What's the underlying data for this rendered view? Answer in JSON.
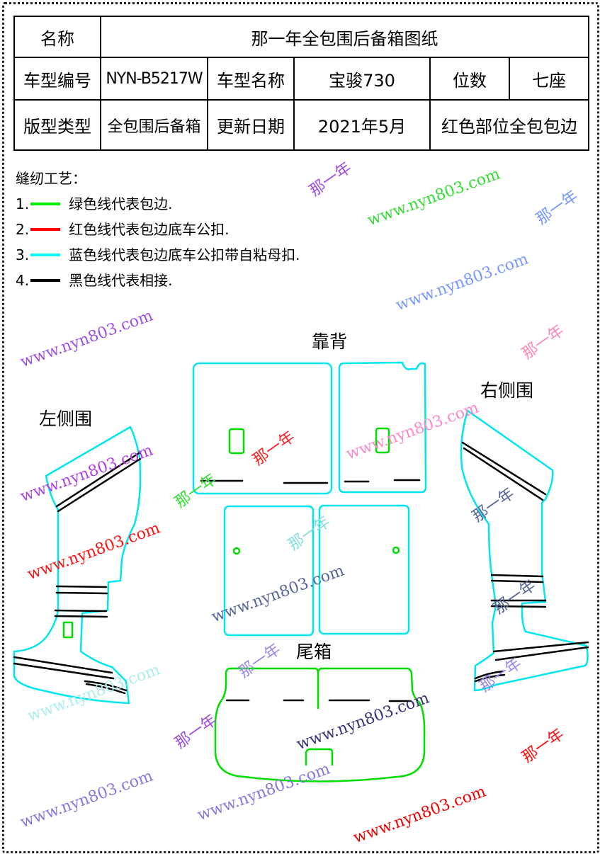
{
  "spec_table": {
    "name_label": "名称",
    "name_value": "那一年全包围后备箱图纸",
    "model_code_label": "车型编号",
    "model_code": "NYN-B5217W",
    "model_name_label": "车型名称",
    "model_name": "宝骏730",
    "seats_label": "位数",
    "seats": "七座",
    "type_label": "版型类型",
    "type": "全包围后备箱",
    "update_label": "更新日期",
    "update_date": "2021年5月",
    "note": "红色部位全包包边"
  },
  "legend": {
    "title": "缝纫工艺：",
    "items": [
      {
        "num": "1.",
        "color": "#00ee00",
        "text": "绿色线代表包边."
      },
      {
        "num": "2.",
        "color": "#ff0000",
        "text": "红色线代表包边底车公扣."
      },
      {
        "num": "3.",
        "color": "#00ffff",
        "text": "蓝色线代表包边底车公扣带自粘母扣."
      },
      {
        "num": "4.",
        "color": "#000000",
        "text": "黑色线代表相接."
      }
    ]
  },
  "parts": {
    "backrest": "靠背",
    "left_side": "左侧围",
    "right_side": "右侧围",
    "trunk": "尾箱"
  },
  "colors": {
    "edge_cyan": "#00e5ee",
    "edge_green": "#00dd00",
    "join_black": "#000000"
  },
  "watermarks": {
    "url": "www.nyn803.com",
    "brand": "那一年"
  }
}
